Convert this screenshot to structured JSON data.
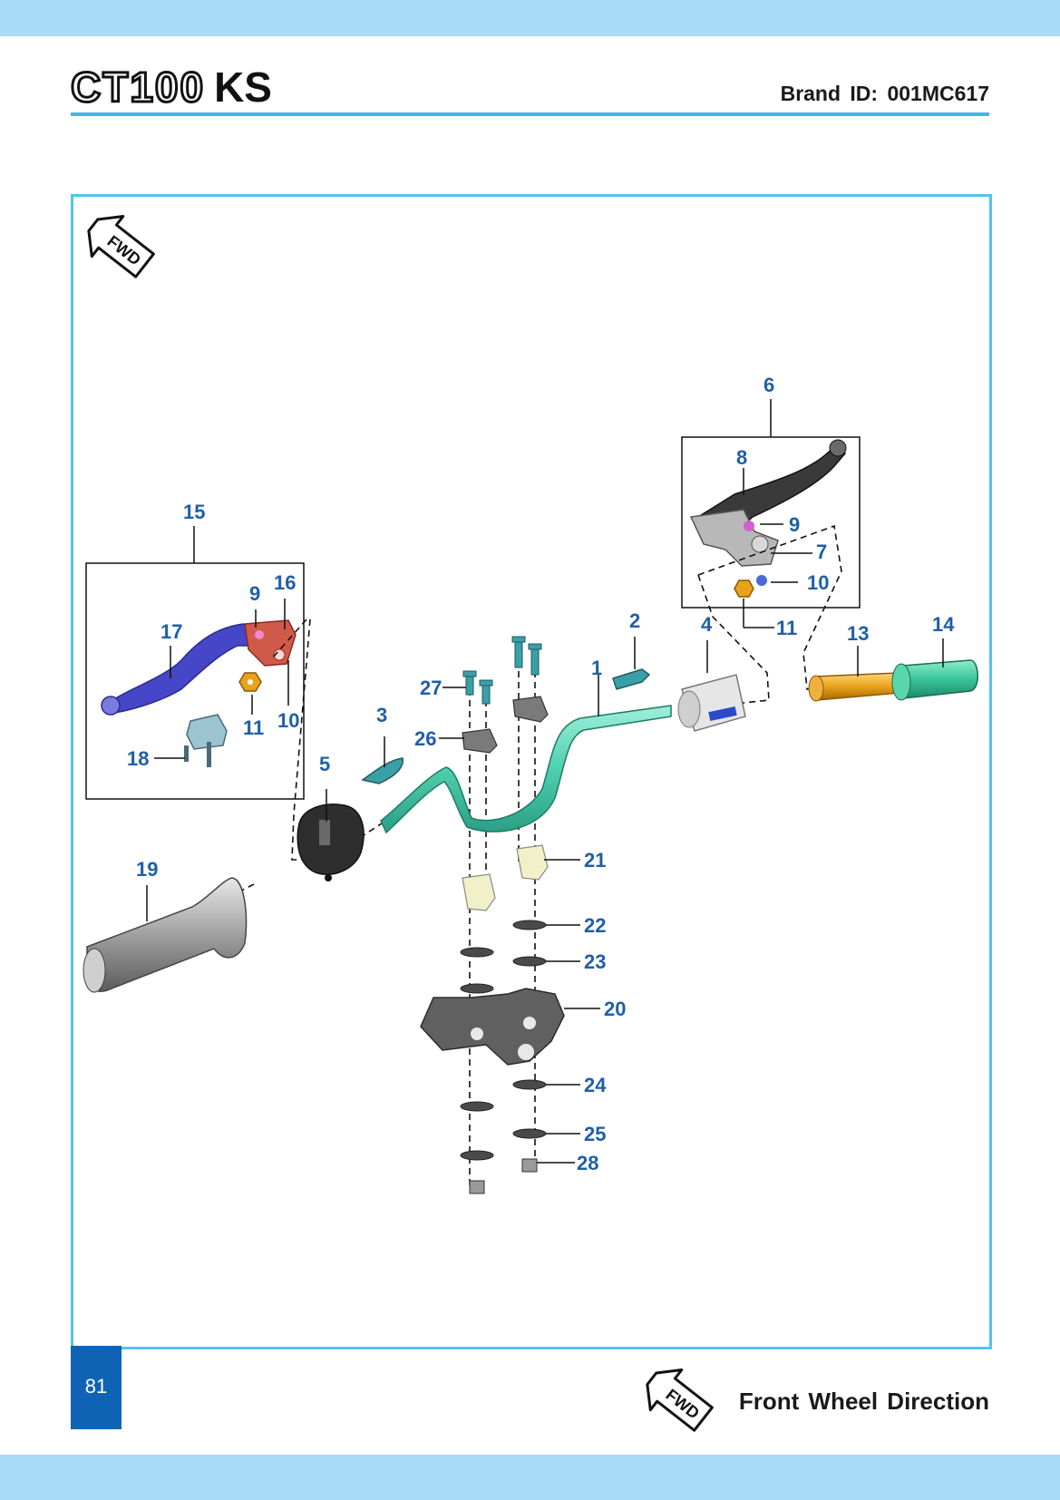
{
  "header": {
    "logo_model": "CT100",
    "logo_variant": "KS",
    "brand_id": "Brand ID: 001MC617"
  },
  "diagram": {
    "fwd_badge": "FWD",
    "callouts": {
      "c1": "1",
      "c2": "2",
      "c3": "3",
      "c4": "4",
      "c5": "5",
      "c6": "6",
      "c7": "7",
      "c8": "8",
      "c9a": "9",
      "c9b": "9",
      "c10a": "10",
      "c10b": "10",
      "c11a": "11",
      "c11b": "11",
      "c13": "13",
      "c14": "14",
      "c15": "15",
      "c16": "16",
      "c17": "17",
      "c18": "18",
      "c19": "19",
      "c20": "20",
      "c21": "21",
      "c22": "22",
      "c23": "23",
      "c24": "24",
      "c25": "25",
      "c26": "26",
      "c27": "27",
      "c28": "28"
    },
    "colors": {
      "callout": "#1f5fa8",
      "handlebar": "#5fd0b4",
      "lever_left": "#4646c8",
      "bracket_left": "#d05a4a",
      "lever_right": "#3a3a3a",
      "throttle": "#e8a21c",
      "grip_right": "#38c49a",
      "grip_left": "#9a9a9a",
      "frame": "#55c3ee"
    }
  },
  "footer": {
    "page_number": "81",
    "fwd_badge": "FWD",
    "caption": "Front Wheel Direction"
  }
}
